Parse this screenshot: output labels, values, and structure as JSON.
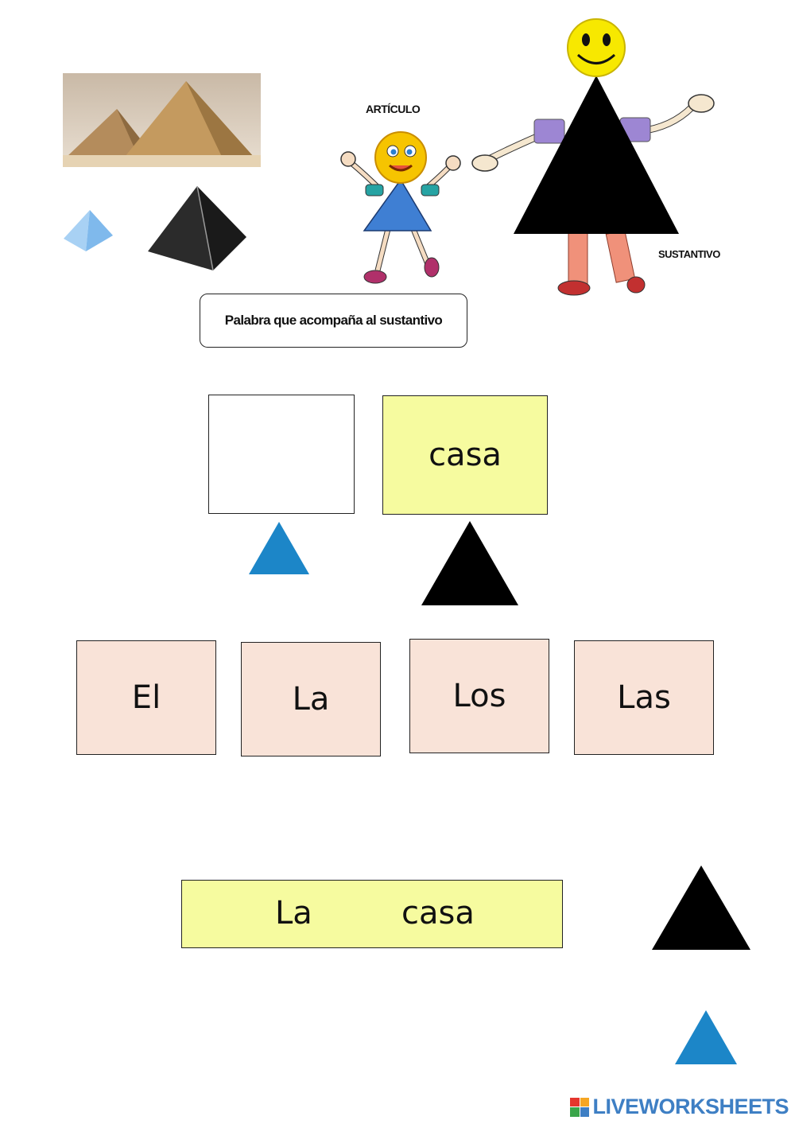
{
  "top": {
    "articulo_label": "ARTÍCULO",
    "sustantivo_label": "SUSTANTIVO",
    "definition": "Palabra que acompaña al sustantivo"
  },
  "exercise": {
    "blank_value": "",
    "noun": "casa"
  },
  "articles": [
    "El",
    "La",
    "Los",
    "Las"
  ],
  "answer": {
    "article": "La",
    "noun": "casa"
  },
  "brand": {
    "text": "LIVEWORKSHEETS"
  },
  "colors": {
    "article_triangle": "#1c86c8",
    "noun_triangle": "#000000",
    "article_card": "#f9e3d8",
    "noun_card": "#f6fb9f"
  }
}
